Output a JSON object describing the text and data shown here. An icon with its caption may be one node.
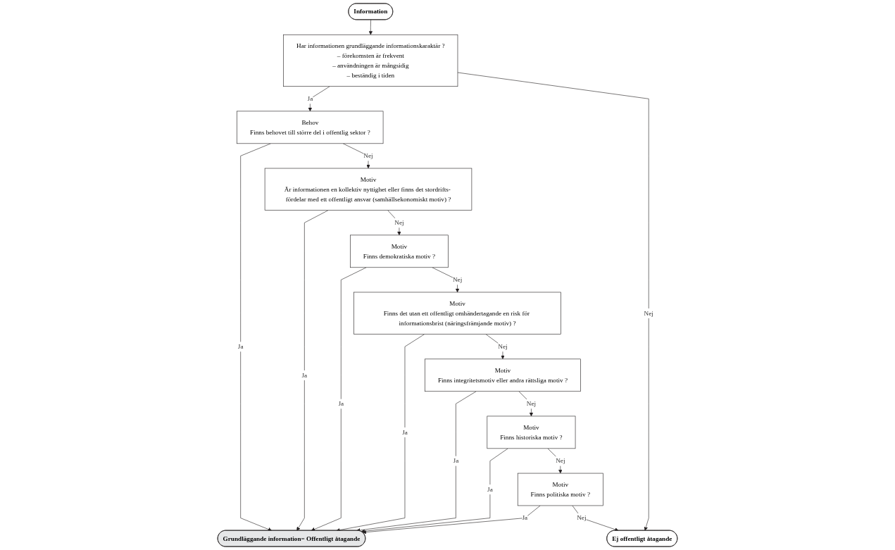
{
  "diagram": {
    "nodes": [
      {
        "text": [
          "Information"
        ]
      },
      {
        "text": [
          "Har informationen grundläggande informationskaraktär ?",
          "– förekomsten är frekvent",
          "– användningen är mångsidig",
          "– beständig i tiden"
        ]
      },
      {
        "text": [
          "Behov",
          "Finns behovet till större del i offentlig sektor ?"
        ]
      },
      {
        "text": [
          "Motiv",
          "Är informationen en kollektiv nyttighet eller finns det stordrifts- fördelar med ett offentligt ansvar (samhällsekonomiskt motiv) ?"
        ]
      },
      {
        "text": [
          "Motiv",
          "Finns demokratiska motiv ?"
        ]
      },
      {
        "text": [
          "Motiv",
          "Finns det utan ett offentligt omhändertagande en risk för informationsbrist (näringsfrämjande motiv) ?"
        ]
      },
      {
        "text": [
          "Motiv",
          "Finns integritetsmotiv eller andra rättsliga motiv ?"
        ]
      },
      {
        "text": [
          "Motiv",
          "Finns historiska motiv ?"
        ]
      },
      {
        "text": [
          "Motiv",
          "Finns politiska motiv ?"
        ]
      },
      {
        "text": [
          "Grundläggande information= Offentligt åtagande"
        ]
      },
      {
        "text": [
          "Ej offentligt åtagande"
        ]
      }
    ],
    "edges": [
      {
        "from": 0,
        "to": 1,
        "arrow": "to"
      },
      {
        "from": 1,
        "to": 2,
        "arrow": "to",
        "label": "Ja"
      },
      {
        "from": 1,
        "to": 10,
        "arrow": "to",
        "label": "Nej"
      },
      {
        "from": 2,
        "to": 9,
        "arrow": "to",
        "label": "Ja"
      },
      {
        "from": 2,
        "to": 3,
        "arrow": "to",
        "label": "Nej"
      },
      {
        "from": 3,
        "to": 9,
        "arrow": "to",
        "label": "Ja"
      },
      {
        "from": 3,
        "to": 4,
        "arrow": "to",
        "label": "Nej"
      },
      {
        "from": 4,
        "to": 9,
        "arrow": "to",
        "label": "Ja"
      },
      {
        "from": 4,
        "to": 5,
        "arrow": "to",
        "label": "Nej"
      },
      {
        "from": 5,
        "to": 9,
        "arrow": "to",
        "label": "Ja"
      },
      {
        "from": 5,
        "to": 6,
        "arrow": "to",
        "label": "Nej"
      },
      {
        "from": 6,
        "to": 9,
        "arrow": "to",
        "label": "Ja"
      },
      {
        "from": 6,
        "to": 7,
        "arrow": "to",
        "label": "Nej"
      },
      {
        "from": 7,
        "to": 9,
        "arrow": "to",
        "label": "Ja"
      },
      {
        "from": 7,
        "to": 8,
        "arrow": "to",
        "label": "Nej"
      },
      {
        "from": 8,
        "to": 9,
        "arrow": "to",
        "label": "Ja"
      },
      {
        "from": 8,
        "to": 10,
        "arrow": "to",
        "label": "Nej"
      }
    ]
  }
}
